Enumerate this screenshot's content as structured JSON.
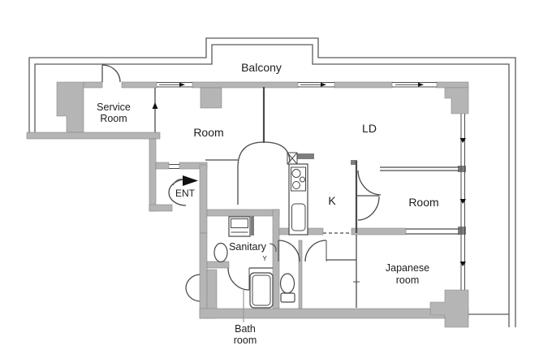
{
  "plan": {
    "type": "apartment-floor-plan",
    "labels": {
      "balcony": "Balcony",
      "service_room_line1": "Service",
      "service_room_line2": "Room",
      "room_left": "Room",
      "ld": "LD",
      "kitchen": "K",
      "room_right": "Room",
      "japanese_room_line1": "Japanese",
      "japanese_room_line2": "room",
      "sanitary": "Sanitary",
      "sanitary_sub": "Y",
      "entrance": "ENT",
      "bath_room_line1": "Bath",
      "bath_room_line2": "room"
    },
    "colors": {
      "wall_fill": "#b5b5b5",
      "line": "#4a4a4a",
      "balcony_line": "#5a5a5a",
      "background": "#ffffff",
      "text": "#1c1c1c",
      "entry_arrow": "#111111"
    }
  }
}
